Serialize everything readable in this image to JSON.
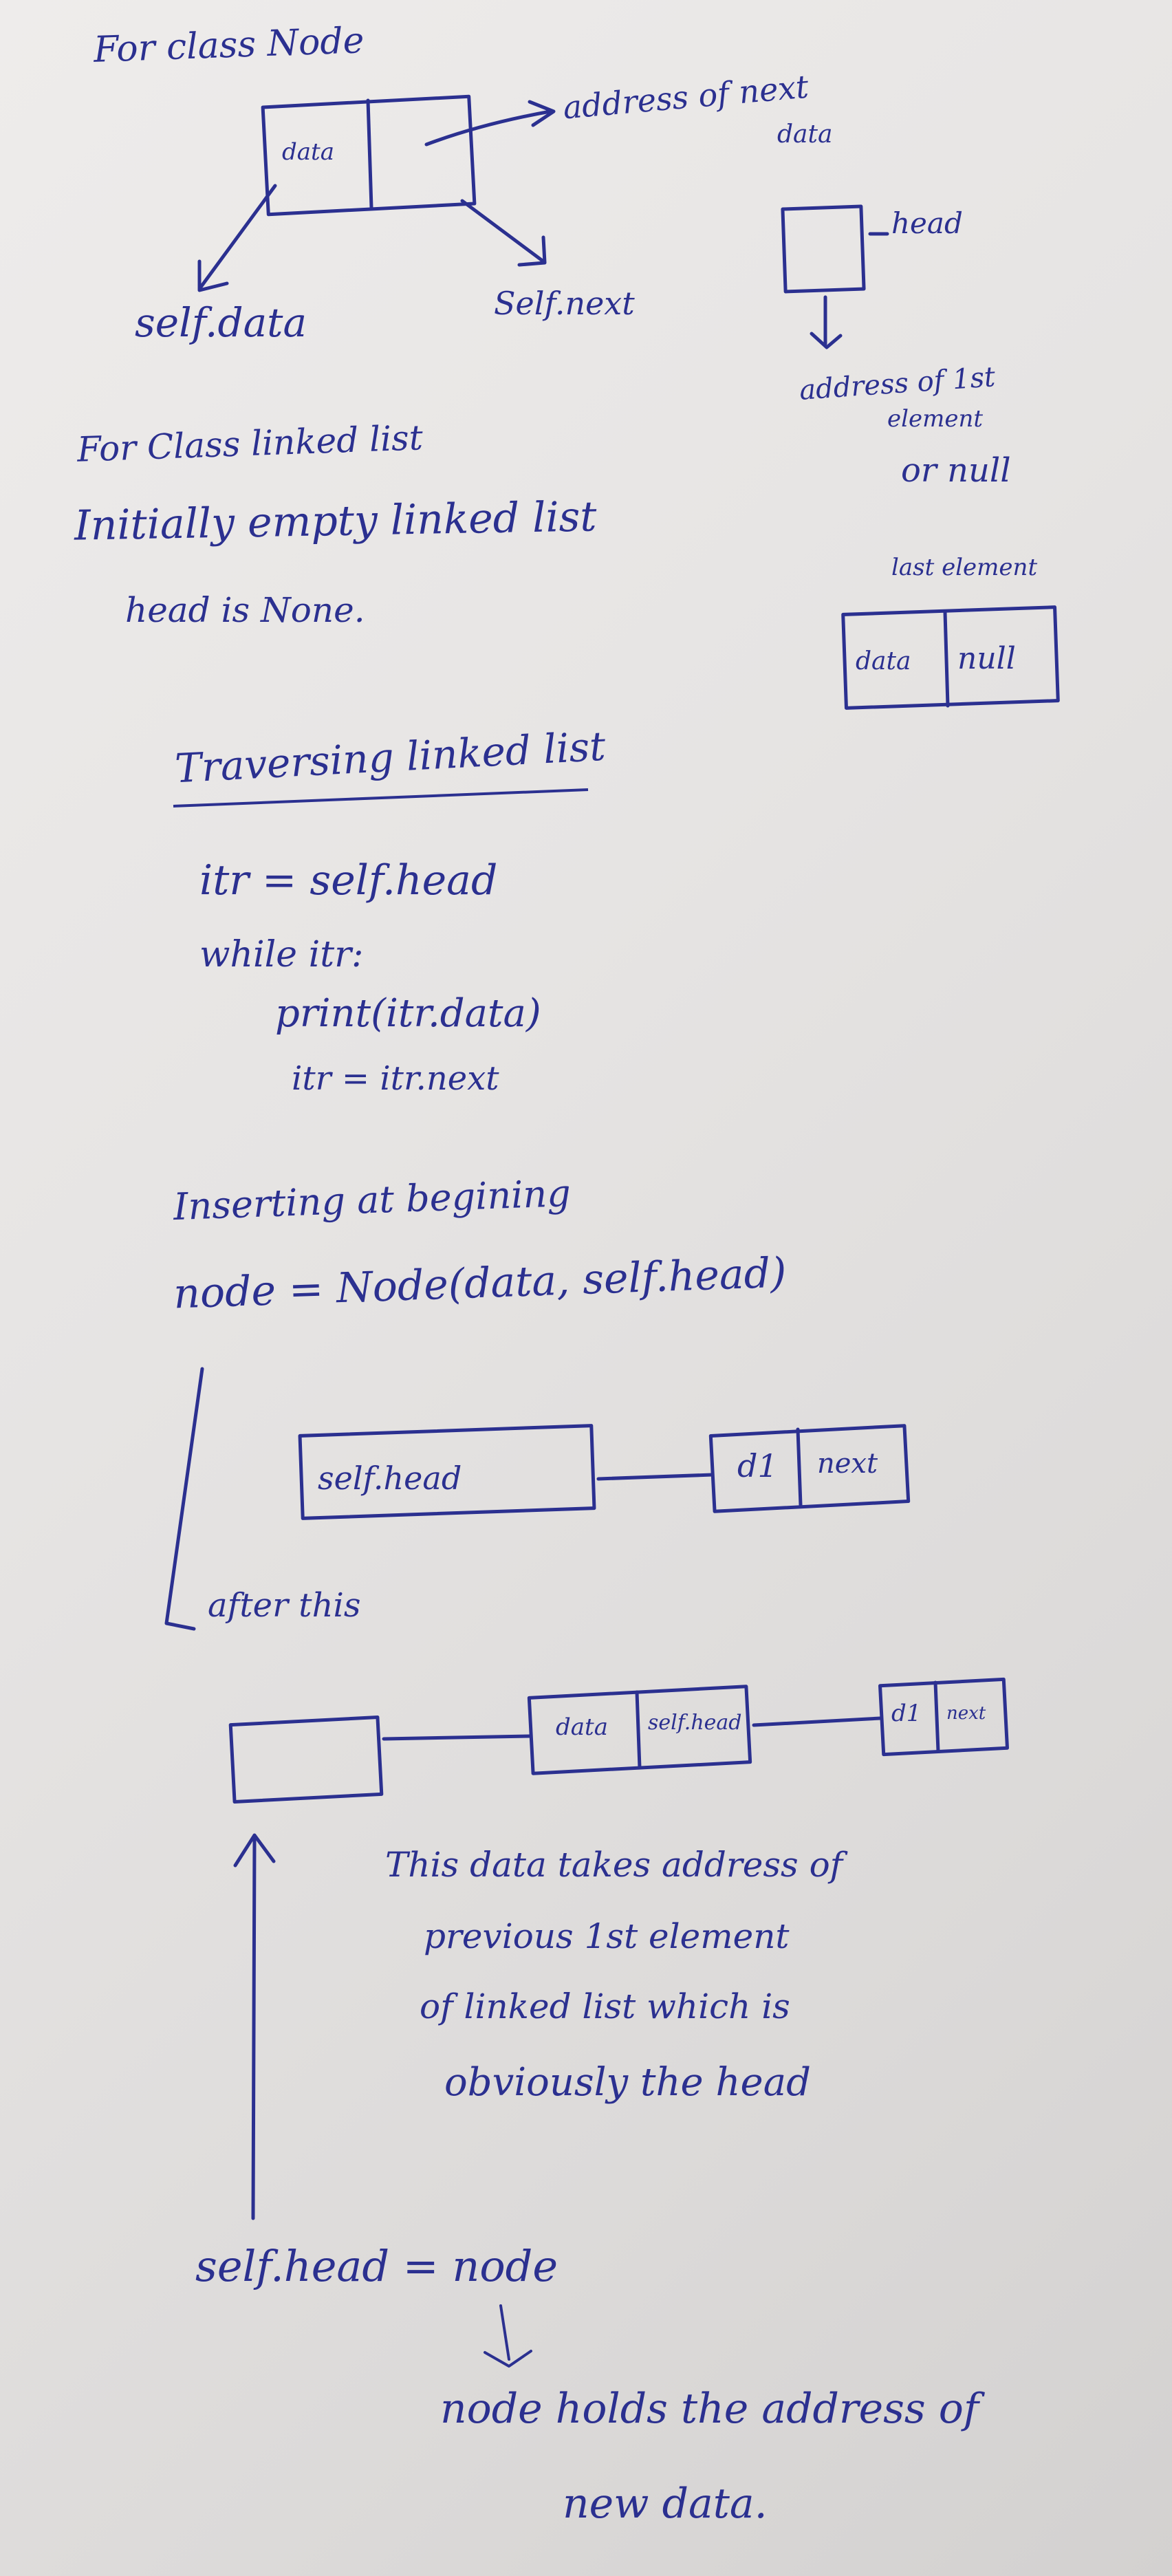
{
  "section_node": {
    "heading": "For class Node",
    "box_data": "data",
    "next_label_1": "address of next",
    "next_label_2": "data",
    "self_data": "self.data",
    "self_next": "Self.next",
    "head_label": "head",
    "head_addr_1": "address of 1st",
    "head_addr_2": "element",
    "head_addr_3": "or null"
  },
  "section_linked_list": {
    "heading": "For Class linked list",
    "line1": "Initially empty linked list",
    "line2": "head is None.",
    "last_element_label": "last element",
    "last_box_data": "data",
    "last_box_null": "null"
  },
  "section_traverse": {
    "heading": "Traversing linked list",
    "code": [
      "itr = self.head",
      "while itr:",
      "print(itr.data)",
      "itr = itr.next"
    ]
  },
  "section_insert": {
    "heading": "Inserting at begining",
    "code": "node = Node(data, self.head)",
    "box1_text": "self.head",
    "box2_a": "d1",
    "box2_b": "next",
    "after_this": "after this",
    "box3_a": "data",
    "box3_b": "self.head",
    "box4_a": "d1",
    "box4_b": "next",
    "note": [
      "This data takes address of",
      "previous 1st element",
      "of linked list which is",
      "obviously the head"
    ],
    "assign": "self.head = node",
    "result": [
      "node holds the address of",
      "new data."
    ]
  }
}
